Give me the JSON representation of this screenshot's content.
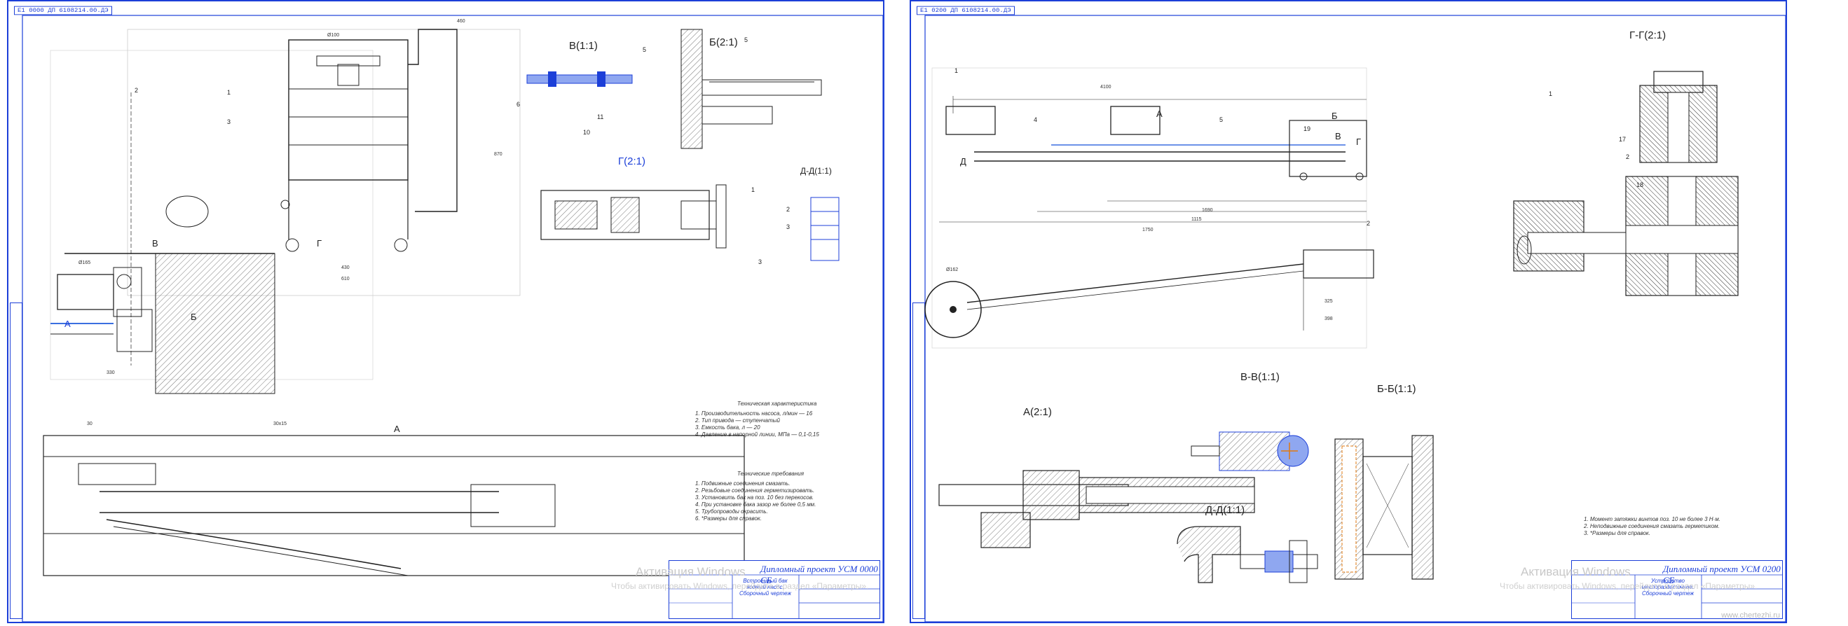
{
  "sheet_left": {
    "stamp_code": "Е1 0000 ДП 6108214.00.ДЭ",
    "title_block": {
      "title": "Дипломный проект УСМ 0000 СБ",
      "subtitle": "Встроенный бак водный насос. Сборочный чертеж"
    },
    "views": {
      "view_a": "А",
      "view_b": "Б",
      "view_v": "В",
      "view_g": "Г",
      "section_v": "В(1:1)",
      "section_b": "Б(2:1)",
      "section_g": "Г(2:1)",
      "section_d": "Д-Д(1:1)",
      "view_a_bottom": "А"
    },
    "dimensions": {
      "d1": "Ø100",
      "d2": "870",
      "d3": "460",
      "d4": "430",
      "d5": "610",
      "d6": "330",
      "d7": "30",
      "d8": "30х15",
      "d9": "Ø165"
    },
    "tech_char_header": "Техническая характеристика",
    "tech_char": [
      "1. Производительность насоса, л/мин — 16",
      "2. Тип привода — ступенчатый",
      "3. Емкость бака, л — 20",
      "4. Давление в напорной линии, МПа — 0,1-0,15"
    ],
    "tech_req_header": "Технические требования",
    "tech_req": [
      "1. Подвижные соединения смазать.",
      "2. Резьбовые соединения герметизировать.",
      "3. Установить бак на поз. 10 без перекосов.",
      "4. При установке бака зазор не более 0,5 мм.",
      "5. Трубопроводы окрасить.",
      "6. *Размеры для справок."
    ],
    "watermark": "Активация Windows",
    "watermark_sub": "Чтобы активировать Windows, перейдите в раздел «Параметры»."
  },
  "sheet_right": {
    "stamp_code": "Е1 0200 ДП 6108214.00.ДЭ",
    "title_block": {
      "title": "Дипломный проект УСМ 0200 СБ",
      "subtitle": "Устройство маслораздаточное. Сборочный чертеж"
    },
    "views": {
      "section_gg": "Г-Г(2:1)",
      "section_a": "А(2:1)",
      "section_vv": "В-В(1:1)",
      "section_bb": "Б-Б(1:1)",
      "section_dd": "Д-Д(1:1)"
    },
    "dimensions": {
      "d1": "4100",
      "d2": "1690",
      "d3": "1115",
      "d4": "1750",
      "d5": "Ø162",
      "d6": "325",
      "d7": "398"
    },
    "notes": [
      "1. Момент затяжки винтов поз. 10 не более 3 Н·м.",
      "2. Неподвижные соединения смазать герметиком.",
      "3. *Размеры для справок."
    ],
    "watermark": "Активация Windows",
    "watermark_sub": "Чтобы активировать Windows, перейдите в раздел «Параметры».",
    "site": "www.chertezhi.ru"
  },
  "colors": {
    "frame": "#1c3fd8",
    "line": "#222222",
    "hatch": "#555555",
    "accent_orange": "#e07a10",
    "highlight_blue": "#3b6fe0"
  }
}
